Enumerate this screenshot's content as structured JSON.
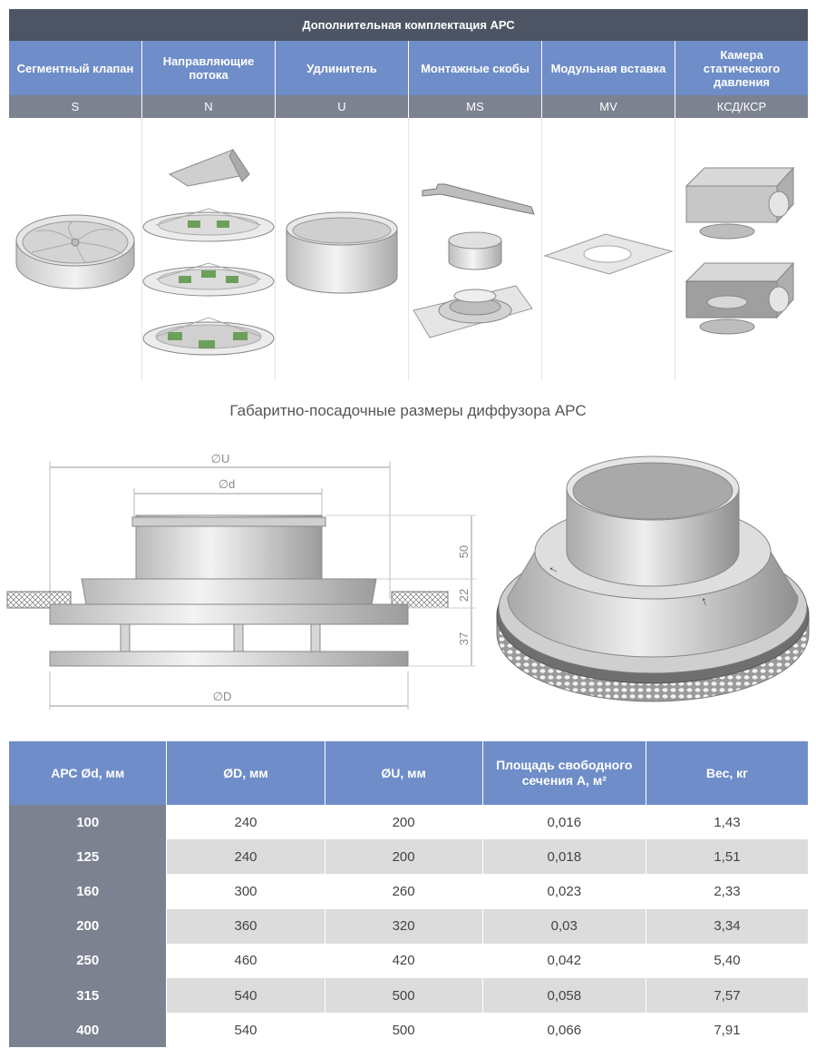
{
  "accessories": {
    "title": "Дополнительная комплектация АРС",
    "columns": [
      {
        "name": "Сегментный клапан",
        "code": "S",
        "icon": "segment-valve-icon"
      },
      {
        "name": "Направляющие потока",
        "code": "N",
        "icon": "flow-guide-icon"
      },
      {
        "name": "Удлинитель",
        "code": "U",
        "icon": "extender-icon"
      },
      {
        "name": "Монтажные скобы",
        "code": "MS",
        "icon": "mounting-bracket-icon"
      },
      {
        "name": "Модульная вставка",
        "code": "MV",
        "icon": "modular-insert-icon"
      },
      {
        "name": "Камера статического давления",
        "code": "КСД/КСР",
        "icon": "plenum-box-icon"
      }
    ]
  },
  "dimensions": {
    "title": "Габаритно-посадочные размеры диффузора АРС",
    "labels": {
      "U": "∅U",
      "d": "∅d",
      "D": "∅D",
      "h1": "50",
      "h2": "22",
      "h3": "37"
    }
  },
  "specs": {
    "headers": [
      "АРС Ød, мм",
      "ØD, мм",
      "ØU, мм",
      "Площадь свободного сечения А, м²",
      "Вес, кг"
    ],
    "rows": [
      [
        "100",
        "240",
        "200",
        "0,016",
        "1,43"
      ],
      [
        "125",
        "240",
        "200",
        "0,018",
        "1,51"
      ],
      [
        "160",
        "300",
        "260",
        "0,023",
        "2,33"
      ],
      [
        "200",
        "360",
        "320",
        "0,03",
        "3,34"
      ],
      [
        "250",
        "460",
        "420",
        "0,042",
        "5,40"
      ],
      [
        "315",
        "540",
        "500",
        "0,058",
        "7,57"
      ],
      [
        "400",
        "540",
        "500",
        "0,066",
        "7,91"
      ]
    ]
  },
  "colors": {
    "header_blue": "#6f8dc8",
    "header_dark": "#4d5464",
    "code_gray": "#7c8290",
    "stripe_gray": "#dcdcdc"
  }
}
